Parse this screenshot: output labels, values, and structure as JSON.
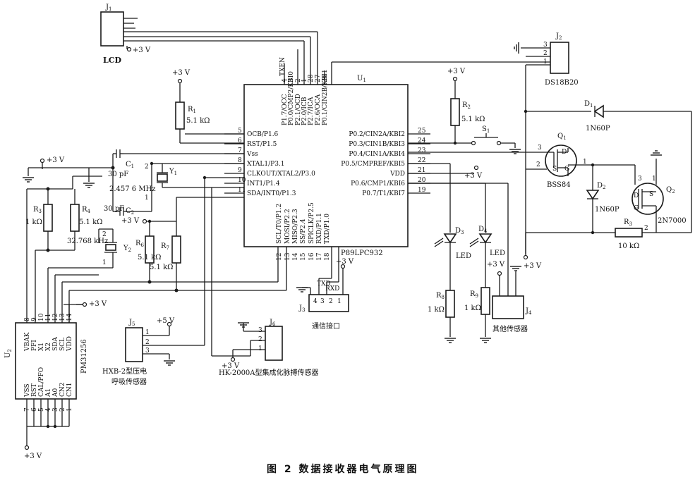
{
  "caption": "图 2   数据接收器电气原理图",
  "supply": "+3 V",
  "supply5": "+5 V",
  "mcu": {
    "ref": "U",
    "part": "P89LPC932",
    "left_pins": [
      {
        "num": "5",
        "name": "OCB/P1.6"
      },
      {
        "num": "6",
        "name": "RST/P1.5"
      },
      {
        "num": "7",
        "name": "Vss"
      },
      {
        "num": "8",
        "name": "XTAL1/P3.1"
      },
      {
        "num": "9",
        "name": "CLKOUT/XTAL2/P3.0"
      },
      {
        "num": "10",
        "name": "INT1/P1.4"
      },
      {
        "num": "11",
        "name": "SDA/INT0/P1.3"
      }
    ],
    "right_pins": [
      {
        "num": "25",
        "name": "P0.2/CIN2A/KBI2"
      },
      {
        "num": "24",
        "name": "P0.3/CIN1B/KBI3"
      },
      {
        "num": "23",
        "name": "P0.4/CIN1A/KBI4"
      },
      {
        "num": "22",
        "name": "P0.5/CMPREF/KBI5"
      },
      {
        "num": "21",
        "name": "VDD"
      },
      {
        "num": "20",
        "name": "P0.6/CMP1/KBI6"
      },
      {
        "num": "19",
        "name": "P0.7/T1/KBI7"
      }
    ],
    "top_pins": [
      {
        "num": "4",
        "name": "P1.7/OCC"
      },
      {
        "num": "3",
        "name": "P0.0/CMP2/KBI0"
      },
      {
        "num": "2",
        "name": "P2.1/OCD"
      },
      {
        "num": "1",
        "name": "P2.0/ICB"
      },
      {
        "num": "28",
        "name": "P2.7/ICA"
      },
      {
        "num": "27",
        "name": "P2.6/OCA"
      },
      {
        "num": "26",
        "name": "P0.1/CIN2B/KBI1"
      }
    ],
    "bottom_pins": [
      {
        "num": "12",
        "name": "SCL/T0/P1.2"
      },
      {
        "num": "13",
        "name": "MOSI/P2.2"
      },
      {
        "num": "14",
        "name": "MISO/P2.3"
      },
      {
        "num": "15",
        "name": "SS/P2.4"
      },
      {
        "num": "16",
        "name": "SPICLK/P2.5"
      },
      {
        "num": "17",
        "name": "RXD/P1.1"
      },
      {
        "num": "18",
        "name": "TXD/P1.0"
      }
    ],
    "txen": "TXEN"
  },
  "rtc": {
    "ref": "U",
    "part": "PM31256",
    "top_pins": [
      {
        "num": "8",
        "name": "VBAK"
      },
      {
        "num": "9",
        "name": "PFI"
      },
      {
        "num": "10",
        "name": "X1"
      },
      {
        "num": "11",
        "name": "X2"
      },
      {
        "num": "12",
        "name": "SDA"
      },
      {
        "num": "13",
        "name": "SCL"
      },
      {
        "num": "14",
        "name": "VDD"
      }
    ],
    "bottom_pins": [
      {
        "num": "7",
        "name": "VSS"
      },
      {
        "num": "6",
        "name": "RST"
      },
      {
        "num": "5",
        "name": "CAL/PFO"
      },
      {
        "num": "4",
        "name": "A1"
      },
      {
        "num": "3",
        "name": "A0"
      },
      {
        "num": "2",
        "name": "CN2"
      },
      {
        "num": "1",
        "name": "CN1"
      }
    ]
  },
  "resistors": [
    {
      "ref": "R",
      "value": "5.1 kΩ"
    },
    {
      "ref": "R",
      "value": "5.1 kΩ"
    },
    {
      "ref": "R",
      "value": "1 kΩ"
    },
    {
      "ref": "R",
      "value": "5.1 kΩ"
    },
    {
      "ref": "R",
      "value": "5.1 kΩ"
    },
    {
      "ref": "R",
      "value": "5.1 kΩ"
    },
    {
      "ref": "R",
      "value": "1 kΩ"
    },
    {
      "ref": "R",
      "value": "1 kΩ"
    },
    {
      "ref": "R",
      "value": "10 kΩ"
    }
  ],
  "caps": [
    {
      "ref": "C",
      "value": "30 pF"
    },
    {
      "ref": "C",
      "value": "30 pF"
    }
  ],
  "crystals": [
    {
      "ref": "Y",
      "value": "2.457 6 MHz"
    },
    {
      "ref": "Y",
      "value": "32.768 kHz"
    }
  ],
  "leds": [
    {
      "ref": "D",
      "label": "LED"
    },
    {
      "ref": "D",
      "label": "LED"
    }
  ],
  "diodes": [
    {
      "ref": "D",
      "part": "1N60P"
    },
    {
      "ref": "D",
      "part": "1N60P"
    }
  ],
  "transistors": [
    {
      "ref": "Q",
      "part": "BSS84"
    },
    {
      "ref": "Q",
      "part": "2N7000"
    }
  ],
  "switch": {
    "ref": "S"
  },
  "connectors": {
    "lcd": {
      "ref": "J",
      "label": "LCD"
    },
    "ds18b20": {
      "ref": "J",
      "label": "DS18B20"
    },
    "comm": {
      "ref": "J",
      "label": "通信接口",
      "pins": [
        "TXD",
        "RXD"
      ]
    },
    "other": {
      "ref": "J",
      "label": "其他传感器"
    },
    "hxb": {
      "ref": "J",
      "label_line1": "HXB-2型压电",
      "label_line2": "呼吸传感器"
    },
    "hk": {
      "ref": "J",
      "label": "HK-2000A型集成化脉搏传感器"
    }
  },
  "crystal_pins": [
    "1",
    "2"
  ]
}
